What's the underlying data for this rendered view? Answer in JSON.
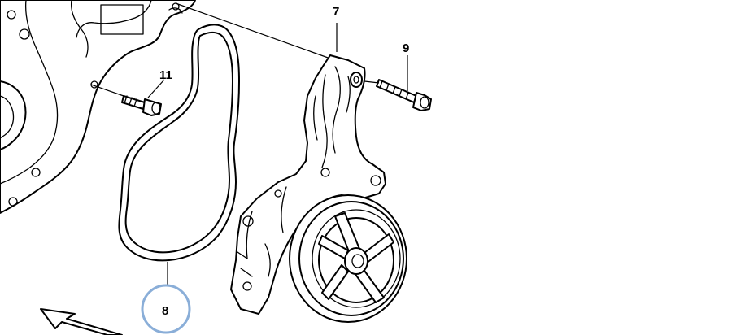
{
  "callouts": {
    "part_7": "7",
    "part_8": "8",
    "part_9": "9",
    "part_11": "11"
  },
  "highlight": {
    "part": "8",
    "ring_color": "#8aaed8"
  },
  "colors": {
    "ink": "#000000",
    "background": "#ffffff"
  }
}
